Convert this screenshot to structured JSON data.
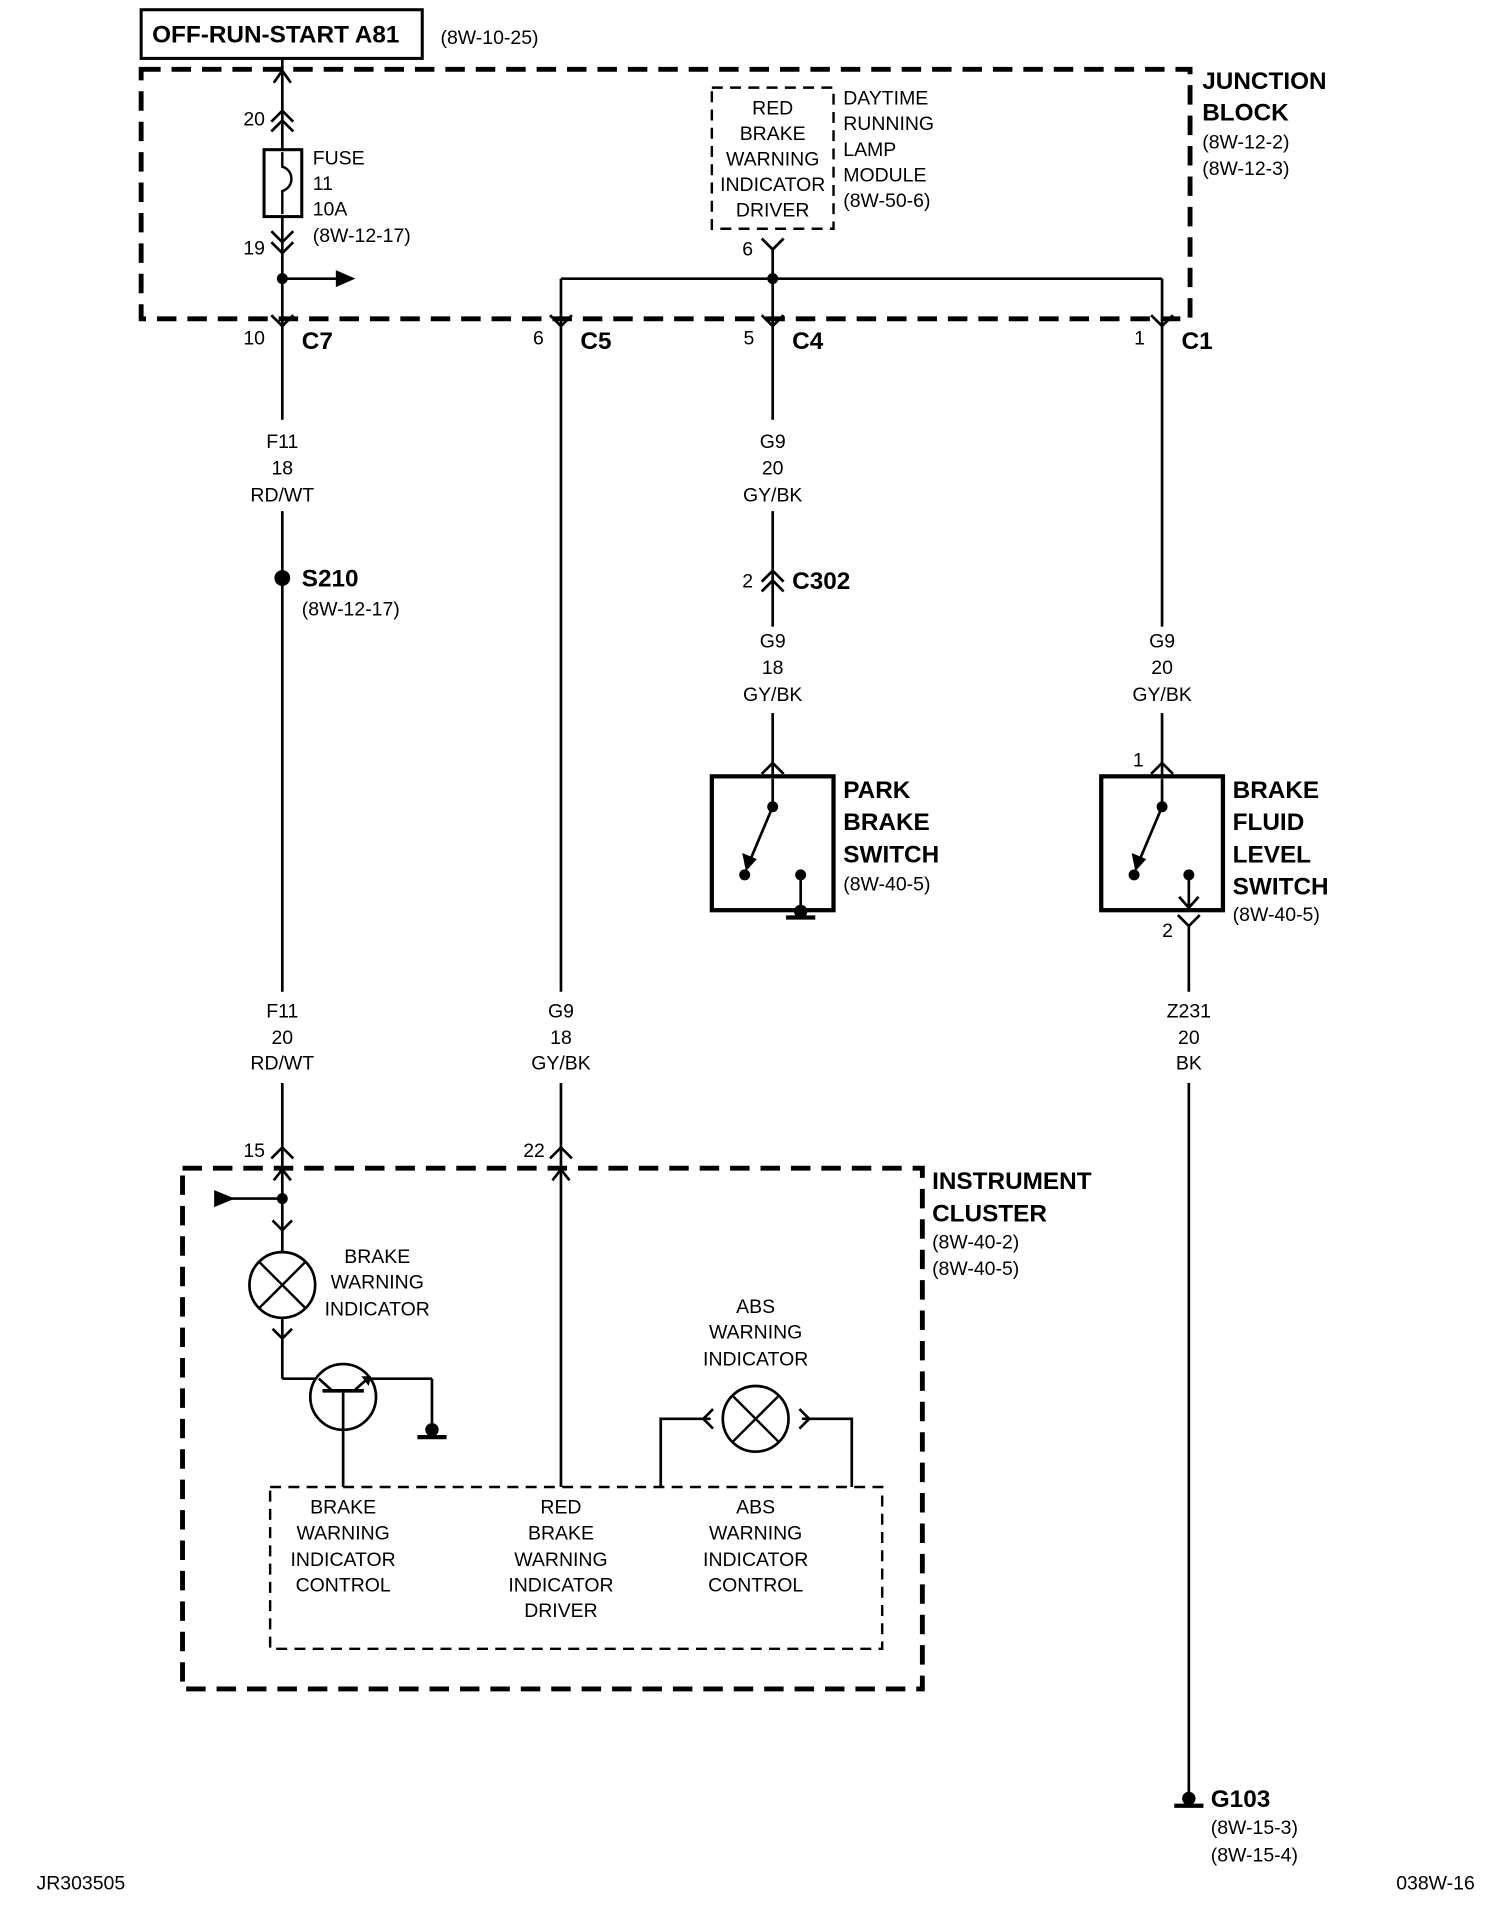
{
  "header": {
    "title": "OFF-RUN-START A81",
    "ref": "(8W-10-25)"
  },
  "junction_block": {
    "label_lines": [
      "JUNCTION",
      "BLOCK"
    ],
    "refs": [
      "(8W-12-2)",
      "(8W-12-3)"
    ]
  },
  "fuse": {
    "top_pin": "20",
    "bottom_pin": "19",
    "label_lines": [
      "FUSE",
      "11",
      "10A",
      "(8W-12-17)"
    ]
  },
  "drl_module": {
    "box_lines": [
      "RED",
      "BRAKE",
      "WARNING",
      "INDICATOR",
      "DRIVER"
    ],
    "label_lines": [
      "DAYTIME",
      "RUNNING",
      "LAMP",
      "MODULE",
      "(8W-50-6)"
    ],
    "pin": "6"
  },
  "connectors": {
    "c7": {
      "pin": "10",
      "name": "C7"
    },
    "c5": {
      "pin": "6",
      "name": "C5"
    },
    "c4": {
      "pin": "5",
      "name": "C4"
    },
    "c1": {
      "pin": "1",
      "name": "C1"
    },
    "c302": {
      "pin": "2",
      "name": "C302"
    }
  },
  "wires": {
    "f11_upper": [
      "F11",
      "18",
      "RD/WT"
    ],
    "f11_lower": [
      "F11",
      "20",
      "RD/WT"
    ],
    "g9_c4_upper": [
      "G9",
      "20",
      "GY/BK"
    ],
    "g9_c302_lower": [
      "G9",
      "18",
      "GY/BK"
    ],
    "g9_c1": [
      "G9",
      "20",
      "GY/BK"
    ],
    "g9_c5": [
      "G9",
      "18",
      "GY/BK"
    ],
    "z231": [
      "Z231",
      "20",
      "BK"
    ]
  },
  "splice": {
    "name": "S210",
    "ref": "(8W-12-17)"
  },
  "park_brake_switch": {
    "label_lines": [
      "PARK",
      "BRAKE",
      "SWITCH"
    ],
    "ref": "(8W-40-5)"
  },
  "brake_fluid_switch": {
    "label_lines": [
      "BRAKE",
      "FLUID",
      "LEVEL",
      "SWITCH"
    ],
    "ref": "(8W-40-5)",
    "pin_top": "1",
    "pin_bottom": "2"
  },
  "instrument_cluster": {
    "label_lines": [
      "INSTRUMENT",
      "CLUSTER"
    ],
    "refs": [
      "(8W-40-2)",
      "(8W-40-5)"
    ],
    "pins": {
      "f11": "15",
      "g9": "22"
    },
    "brake_lamp": [
      "BRAKE",
      "WARNING",
      "INDICATOR"
    ],
    "abs_lamp": [
      "ABS",
      "WARNING",
      "INDICATOR"
    ],
    "modules": {
      "brake_control": [
        "BRAKE",
        "WARNING",
        "INDICATOR",
        "CONTROL"
      ],
      "red_driver": [
        "RED",
        "BRAKE",
        "WARNING",
        "INDICATOR",
        "DRIVER"
      ],
      "abs_control": [
        "ABS",
        "WARNING",
        "INDICATOR",
        "CONTROL"
      ]
    }
  },
  "ground": {
    "name": "G103",
    "refs": [
      "(8W-15-3)",
      "(8W-15-4)"
    ]
  },
  "footer": {
    "left": "JR303505",
    "right": "038W-16"
  }
}
